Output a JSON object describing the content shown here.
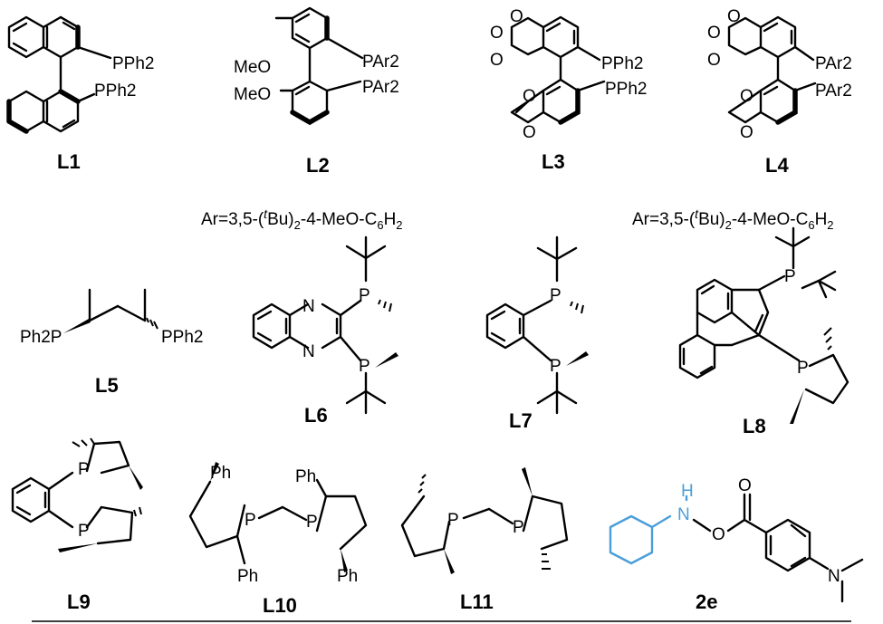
{
  "figure": {
    "ligands": [
      {
        "id": "L1",
        "label": "L1",
        "groups": [
          "PPh2",
          "PPh2"
        ]
      },
      {
        "id": "L2",
        "label": "L2",
        "groups": [
          "MeO",
          "MeO",
          "PAr2",
          "PAr2"
        ]
      },
      {
        "id": "L3",
        "label": "L3",
        "groups": [
          "PPh2",
          "PPh2"
        ]
      },
      {
        "id": "L4",
        "label": "L4",
        "groups": [
          "PAr2",
          "PAr2"
        ]
      },
      {
        "id": "L5",
        "label": "L5",
        "groups": [
          "Ph2P",
          "PPh2"
        ]
      },
      {
        "id": "L6",
        "label": "L6",
        "groups": [
          "N",
          "N",
          "P",
          "P"
        ]
      },
      {
        "id": "L7",
        "label": "L7",
        "groups": [
          "P",
          "P"
        ]
      },
      {
        "id": "L8",
        "label": "L8",
        "groups": [
          "P",
          "P"
        ]
      },
      {
        "id": "L9",
        "label": "L9",
        "groups": [
          "P",
          "P"
        ]
      },
      {
        "id": "L10",
        "label": "L10",
        "groups": [
          "Ph",
          "Ph",
          "Ph",
          "Ph",
          "P",
          "P"
        ]
      },
      {
        "id": "L11",
        "label": "L11",
        "groups": [
          "P",
          "P"
        ]
      },
      {
        "id": "2e",
        "label": "2e",
        "groups": [
          "H",
          "N",
          "O",
          "O",
          "N"
        ]
      }
    ],
    "ar_definition": {
      "prefix": "Ar=3,5-(",
      "italic": "t",
      "mid": "Bu)",
      "sub1": "2",
      "tail": "-4-MeO-C",
      "sub2": "6",
      "end": "H",
      "sub3": "2"
    },
    "colors": {
      "bond": "#000000",
      "cyclohexyl_highlight": "#4a9edb"
    }
  }
}
